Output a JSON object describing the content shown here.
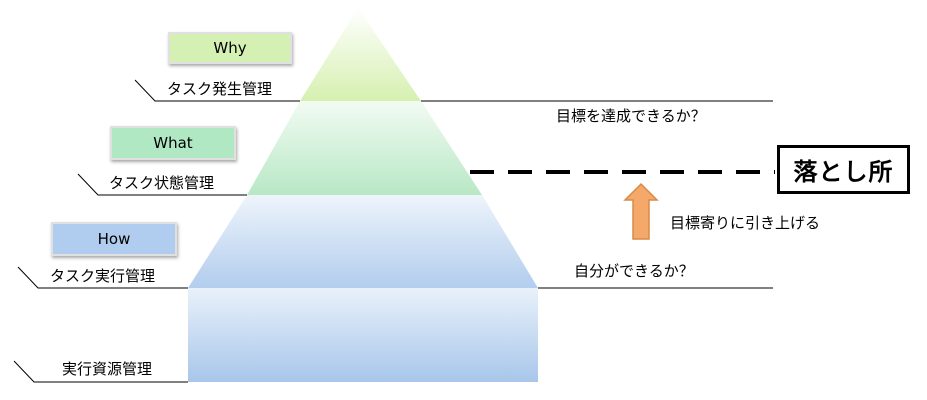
{
  "layers": [
    {
      "tag": "Why",
      "name": "タスク発生管理",
      "color": "#d4f0b3"
    },
    {
      "tag": "What",
      "name": "タスク状態管理",
      "color": "#b0e8c4"
    },
    {
      "tag": "How",
      "name": "タスク実行管理",
      "color": "#b0cdef"
    },
    {
      "tag": "",
      "name": "実行資源管理",
      "color": "#a9c8eb"
    }
  ],
  "questions": {
    "goal": "目標を達成できるか？",
    "self": "自分ができるか？"
  },
  "landing_point": "落とし所",
  "arrow_label": "目標寄りに引き上げる",
  "colors": {
    "arrow": "#f4a86a",
    "arrow_border": "#d98a48",
    "dashed_line": "#000000"
  }
}
